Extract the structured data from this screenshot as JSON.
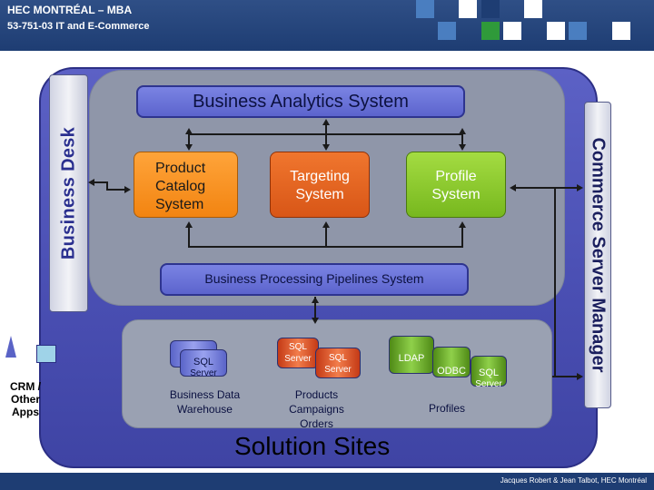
{
  "header": {
    "title": "HEC MONTRÉAL – MBA",
    "subtitle": "53-751-03  IT and E-Commerce",
    "accent_colors": [
      "#ffffff",
      "#4a7ec0",
      "#2f9a3a",
      "#1e3d73"
    ]
  },
  "diagram": {
    "business_analytics_system": "Business Analytics System",
    "business_desk": "Business Desk",
    "commerce_server_manager": "Commerce Server Manager",
    "product_catalog_system": "Product\nCatalog\nSystem",
    "targeting_system": "Targeting\nSystem",
    "profile_system": "Profile\nSystem",
    "business_processing_pipelines_system": "Business Processing Pipelines System",
    "crm_other_apps": "CRM /\nOther\nApps",
    "solution_sites": "Solution Sites",
    "sql_label": "SQL",
    "server_label": "Server",
    "sql_server_label": "SQL\nServer",
    "ldap_label": "LDAP",
    "odbc_label": "ODBC",
    "business_data_warehouse": "Business Data\nWarehouse",
    "products_campaigns_orders": "Products\nCampaigns\nOrders",
    "profiles": "Profiles",
    "colors": {
      "frame": "#4a4fb3",
      "product_catalog": "#f28411",
      "targeting": "#d85617",
      "profile": "#77b81e",
      "analytics_bar": "#5c64cd"
    }
  },
  "footer": {
    "credit": "Jacques Robert & Jean Talbot, HEC Montréal"
  }
}
